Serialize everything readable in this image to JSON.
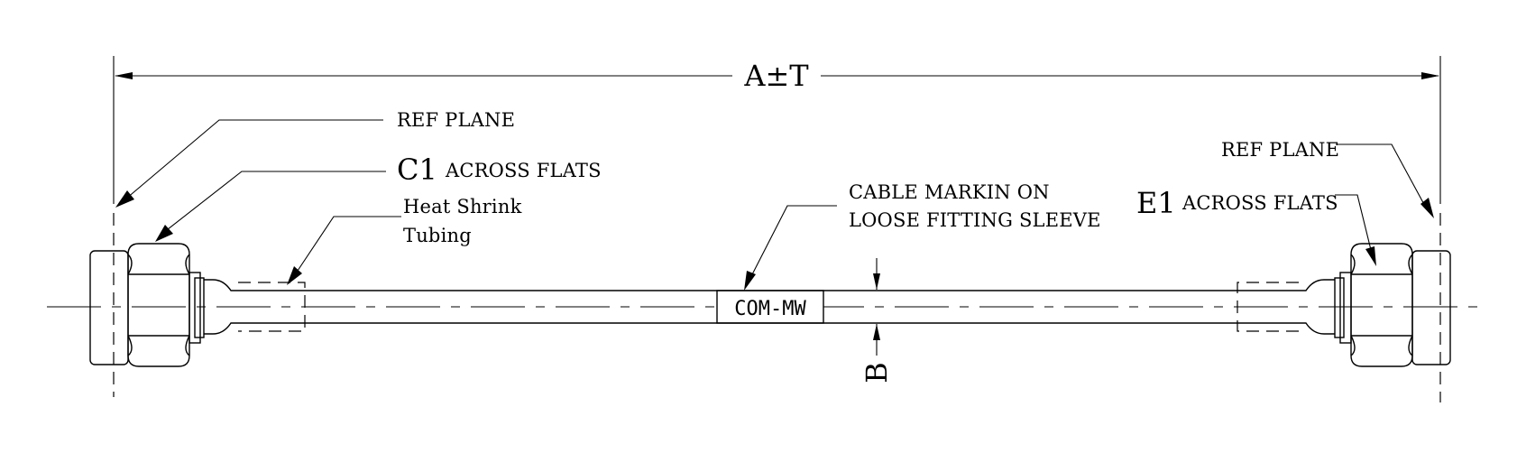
{
  "dimensions": {
    "overall_length": "A±T",
    "cable_diameter": "B"
  },
  "labels": {
    "ref_plane_left": "REF PLANE",
    "ref_plane_right": "REF PLANE",
    "c1_code": "C1",
    "c1_text": "ACROSS FLATS",
    "e1_code": "E1",
    "e1_text": "ACROSS FLATS",
    "heat_shrink_line1": "Heat Shrink",
    "heat_shrink_line2": "Tubing",
    "cable_marking_line1": "CABLE MARKIN ON",
    "cable_marking_line2": "LOOSE FITTING SLEEVE",
    "sleeve_marking": "COM-MW"
  }
}
